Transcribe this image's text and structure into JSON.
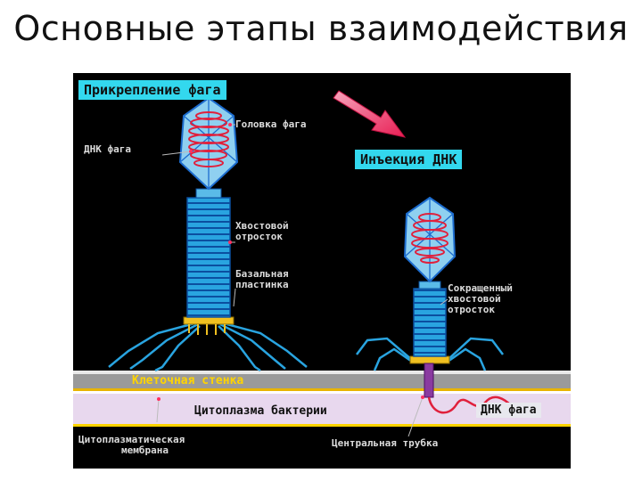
{
  "slide": {
    "title": "Основные этапы взаимодействия"
  },
  "diagram": {
    "stage1_title": "Прикрепление фага",
    "stage2_title": "Инъекция ДНК",
    "labels": {
      "head": "Головка фага",
      "phage_dna": "ДНК фага",
      "tail_sheath": [
        "Хвостовой",
        "отросток"
      ],
      "base_plate": [
        "Базальная",
        "пластинка"
      ],
      "contracted_tail": [
        "Сокращенный",
        "хвостовой",
        "отросток"
      ],
      "cell_wall": "Клеточная стенка",
      "cytoplasm": "Цитоплазма бактерии",
      "injected_dna": "ДНК фага",
      "membrane": [
        "Цитоплазматическая",
        "мембрана"
      ],
      "central_tube": "Центральная трубка"
    },
    "colors": {
      "background": "#000000",
      "title_box": "#33d8ee",
      "phage_body": "#29a4e0",
      "dna": "#e0203c",
      "cell_wall": "#9a9a9a",
      "cytoplasm": "#e8d8ee",
      "arrow": "#f0406a"
    }
  }
}
